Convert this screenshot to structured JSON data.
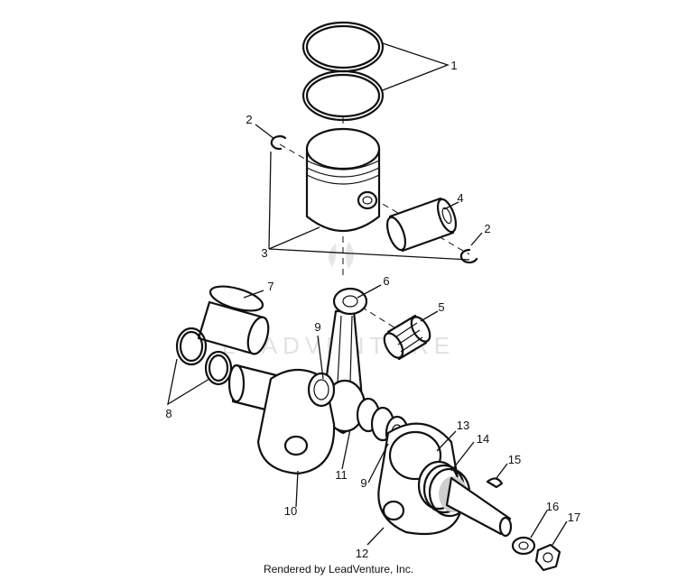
{
  "diagram": {
    "watermark": "LEADVENTURE",
    "credit": "Rendered by LeadVenture, Inc.",
    "callouts": [
      "1",
      "2",
      "2",
      "3",
      "4",
      "5",
      "6",
      "7",
      "8",
      "9",
      "9",
      "10",
      "11",
      "12",
      "13",
      "14",
      "15",
      "16",
      "17"
    ]
  }
}
